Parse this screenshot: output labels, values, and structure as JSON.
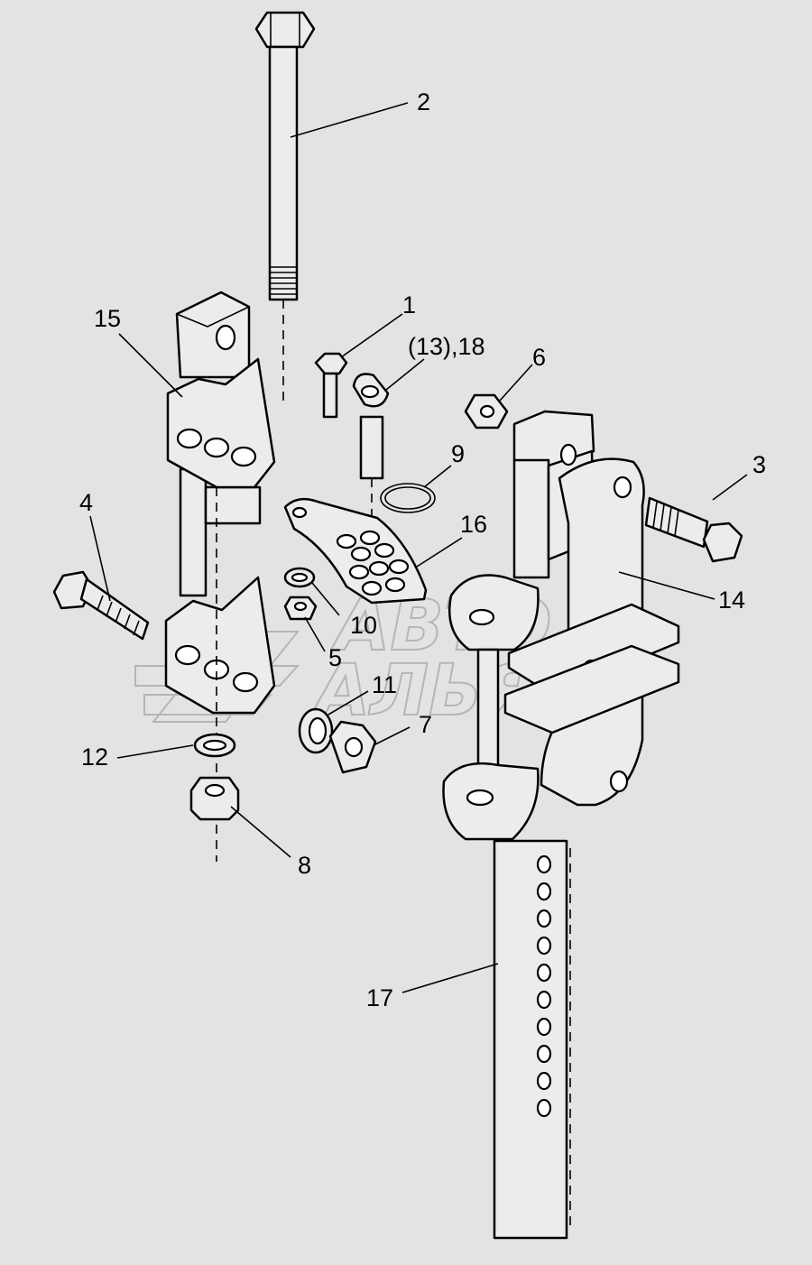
{
  "watermark": {
    "line1": "АВТО",
    "line2": "АЛЬЯНС"
  },
  "callouts": [
    {
      "id": "2",
      "text": "2"
    },
    {
      "id": "1",
      "text": "1"
    },
    {
      "id": "13-18",
      "text": "(13),18"
    },
    {
      "id": "15",
      "text": "15"
    },
    {
      "id": "6",
      "text": "6"
    },
    {
      "id": "9",
      "text": "9"
    },
    {
      "id": "3",
      "text": "3"
    },
    {
      "id": "16",
      "text": "16"
    },
    {
      "id": "4",
      "text": "4"
    },
    {
      "id": "14",
      "text": "14"
    },
    {
      "id": "10",
      "text": "10"
    },
    {
      "id": "5",
      "text": "5"
    },
    {
      "id": "11",
      "text": "11"
    },
    {
      "id": "7",
      "text": "7"
    },
    {
      "id": "12",
      "text": "12"
    },
    {
      "id": "8",
      "text": "8"
    },
    {
      "id": "17",
      "text": "17"
    }
  ]
}
